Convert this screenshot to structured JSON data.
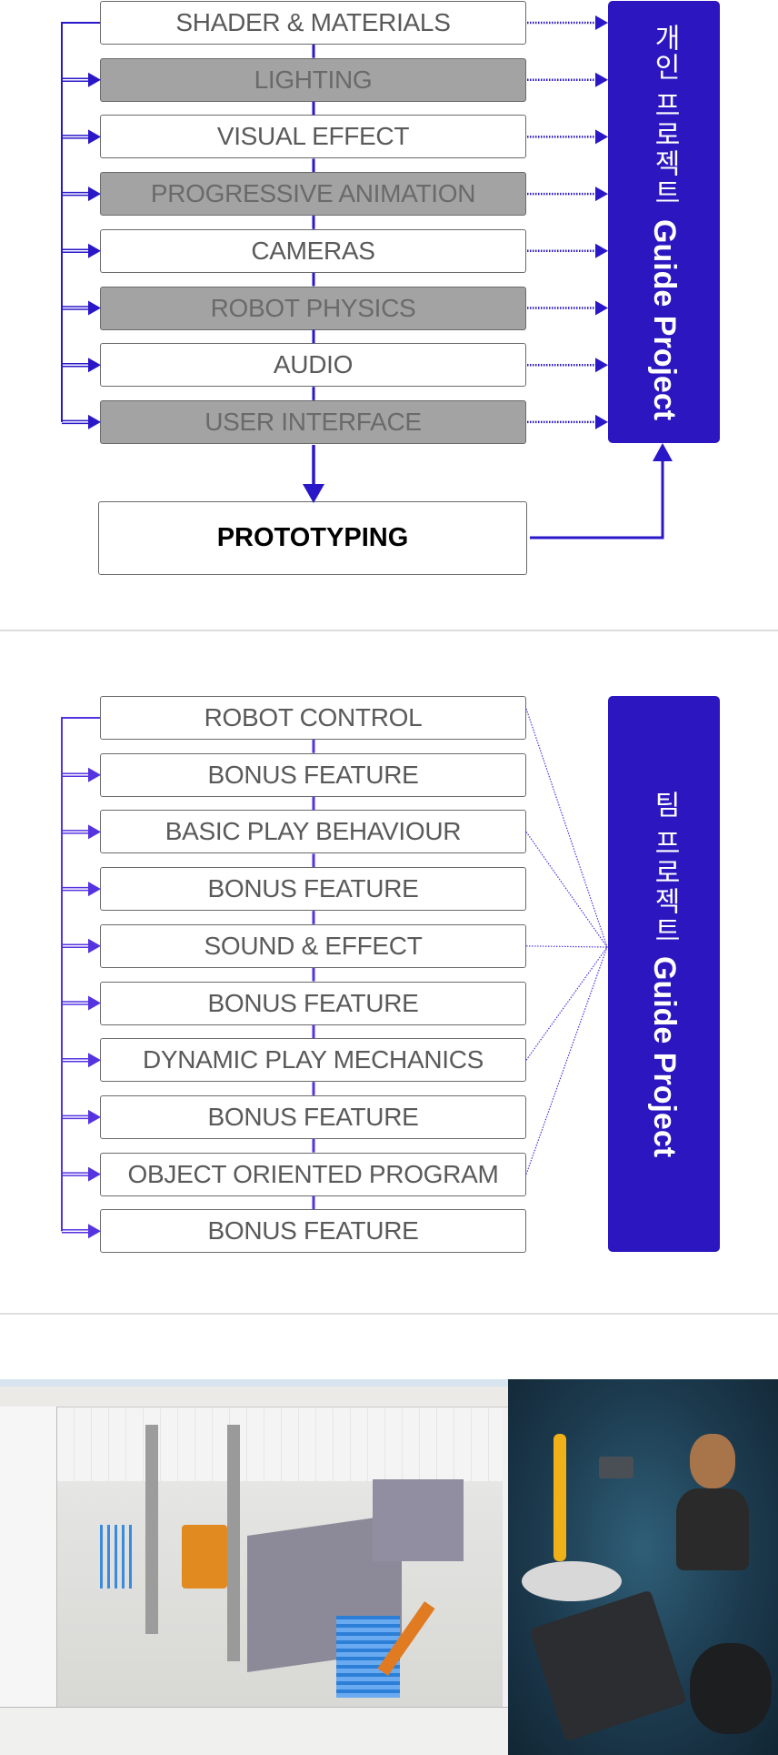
{
  "colors": {
    "accent": "#2b16bf",
    "connector": "#2a17c8",
    "connector_team": "#5533e0",
    "gray_box": "#a3a3a3"
  },
  "personal": {
    "steps": [
      {
        "label": "SHADER & MATERIALS",
        "style": "white"
      },
      {
        "label": "LIGHTING",
        "style": "gray"
      },
      {
        "label": "VISUAL EFFECT",
        "style": "white"
      },
      {
        "label": "PROGRESSIVE ANIMATION",
        "style": "gray"
      },
      {
        "label": "CAMERAS",
        "style": "white"
      },
      {
        "label": "ROBOT PHYSICS",
        "style": "gray"
      },
      {
        "label": "AUDIO",
        "style": "white"
      },
      {
        "label": "USER INTERFACE",
        "style": "gray"
      }
    ],
    "result": "PROTOTYPING",
    "panel": {
      "subtitle": "개인 프로젝트",
      "title": "Guide Project"
    }
  },
  "team": {
    "steps": [
      {
        "label": "ROBOT CONTROL",
        "linked": true
      },
      {
        "label": "BONUS FEATURE",
        "linked": false
      },
      {
        "label": "BASIC PLAY BEHAVIOUR",
        "linked": true
      },
      {
        "label": "BONUS FEATURE",
        "linked": false
      },
      {
        "label": "SOUND & EFFECT",
        "linked": true
      },
      {
        "label": "BONUS FEATURE",
        "linked": false
      },
      {
        "label": "DYNAMIC PLAY MECHANICS",
        "linked": true
      },
      {
        "label": "BONUS FEATURE",
        "linked": false
      },
      {
        "label": "OBJECT ORIENTED PROGRAM",
        "linked": true
      },
      {
        "label": "BONUS FEATURE",
        "linked": false
      }
    ],
    "panel": {
      "subtitle": "팀 프로젝트",
      "title": "Guide Project"
    }
  },
  "images": [
    {
      "name": "factory-simulation-screenshot"
    },
    {
      "name": "vr-robot-arm-scene"
    }
  ]
}
